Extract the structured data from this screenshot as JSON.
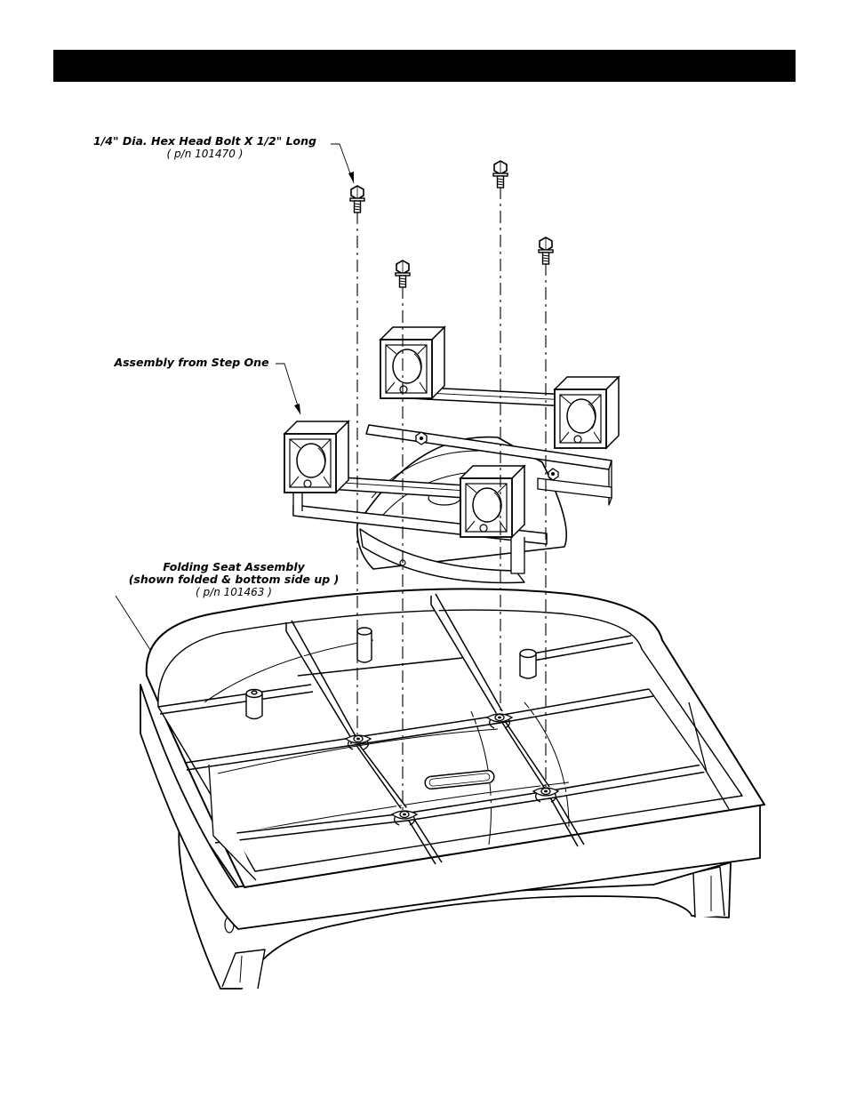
{
  "labels": {
    "bolt": {
      "title": "1/4\" Dia. Hex Head Bolt X 1/2\" Long",
      "pn": "( p/n 101470 )"
    },
    "assembly": {
      "title": "Assembly from Step One"
    },
    "seat": {
      "title_line1": "Folding Seat Assembly",
      "title_line2": "(shown folded & bottom side up )",
      "pn": "( p/n 101463 )"
    }
  },
  "colors": {
    "header": "#000000",
    "line": "#000000",
    "fill": "#ffffff"
  }
}
